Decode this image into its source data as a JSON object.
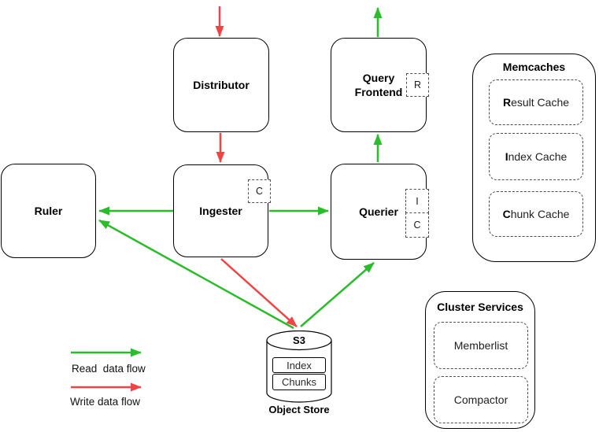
{
  "colors": {
    "read_flow": "#2bbc2b",
    "write_flow": "#ee4444"
  },
  "nodes": {
    "distributor": {
      "label": "Distributor"
    },
    "query_frontend": {
      "label": "Query Frontend",
      "tag": "R"
    },
    "ruler": {
      "label": "Ruler"
    },
    "ingester": {
      "label": "Ingester",
      "tag": "C"
    },
    "querier": {
      "label": "Querier",
      "tags": [
        "I",
        "C"
      ]
    }
  },
  "memcaches": {
    "title": "Memcaches",
    "items": [
      {
        "bold": "R",
        "rest": "esult Cache"
      },
      {
        "bold": "I",
        "rest": "ndex Cache"
      },
      {
        "bold": "C",
        "rest": "hunk Cache"
      }
    ]
  },
  "cluster_services": {
    "title": "Cluster Services",
    "items": [
      {
        "label": "Memberlist"
      },
      {
        "label": "Compactor"
      }
    ]
  },
  "object_store": {
    "db_label": "S3",
    "rows": [
      {
        "label": "Index"
      },
      {
        "label": "Chunks"
      }
    ],
    "caption": "Object Store"
  },
  "legend": {
    "read_label": "Read  data flow",
    "write_label": "Write data flow"
  }
}
